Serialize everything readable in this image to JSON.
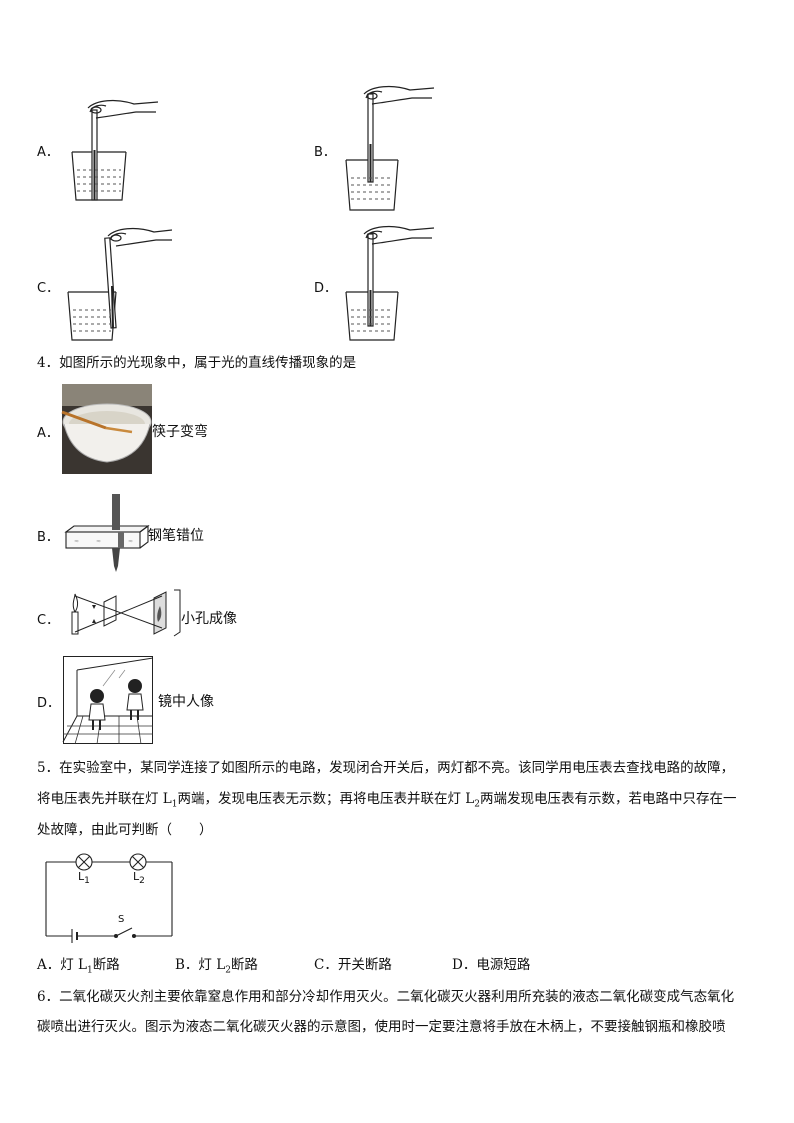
{
  "q3": {
    "options": [
      {
        "letter": "A．",
        "icon": "thermometer-touching-bottom"
      },
      {
        "letter": "B．",
        "icon": "thermometer-in-liquid"
      },
      {
        "letter": "C．",
        "icon": "thermometer-touching-wall"
      },
      {
        "letter": "D．",
        "icon": "thermometer-below-liquid"
      }
    ]
  },
  "q4": {
    "stem": "4．如图所示的光现象中，属于光的直线传播现象的是",
    "options": [
      {
        "letter": "A．",
        "caption": "筷子变弯",
        "icon": "chopstick-in-bowl"
      },
      {
        "letter": "B．",
        "caption": "钢笔错位",
        "icon": "pen-behind-glass"
      },
      {
        "letter": "C．",
        "caption": "小孔成像",
        "icon": "pinhole-camera"
      },
      {
        "letter": "D．",
        "caption": "镜中人像",
        "icon": "mirror-image"
      }
    ]
  },
  "q5": {
    "line1": "5．在实验室中，某同学连接了如图所示的电路，发现闭合开关后，两灯都不亮。该同学用电压表去查找电路的故障，",
    "line2_a": "将电压表先并联在灯 L",
    "line2_sub1": "1",
    "line2_b": "两端，发现电压表无示数；再将电压表并联在灯 L",
    "line2_sub2": "2",
    "line2_c": "两端发现电压表有示数，若电路中只存在一",
    "line3": "处故障，由此可判断（　　）",
    "circuit": {
      "lamp1": "L",
      "lamp1_sub": "1",
      "lamp2": "L",
      "lamp2_sub": "2",
      "switch": "S"
    },
    "options": [
      {
        "pre": "A．灯 L",
        "sub": "1",
        "post": "断路"
      },
      {
        "pre": "B．灯 L",
        "sub": "2",
        "post": "断路"
      },
      {
        "pre": "C．开关断路",
        "sub": "",
        "post": ""
      },
      {
        "pre": "D．电源短路",
        "sub": "",
        "post": ""
      }
    ]
  },
  "q6": {
    "line1": "6．二氧化碳灭火剂主要依靠窒息作用和部分冷却作用灭火。二氧化碳灭火器利用所充装的液态二氧化碳变成气态氧化",
    "line2": "碳喷出进行灭火。图示为液态二氧化碳灭火器的示意图，使用时一定要注意将手放在木柄上，不要接触钢瓶和橡胶喷"
  }
}
